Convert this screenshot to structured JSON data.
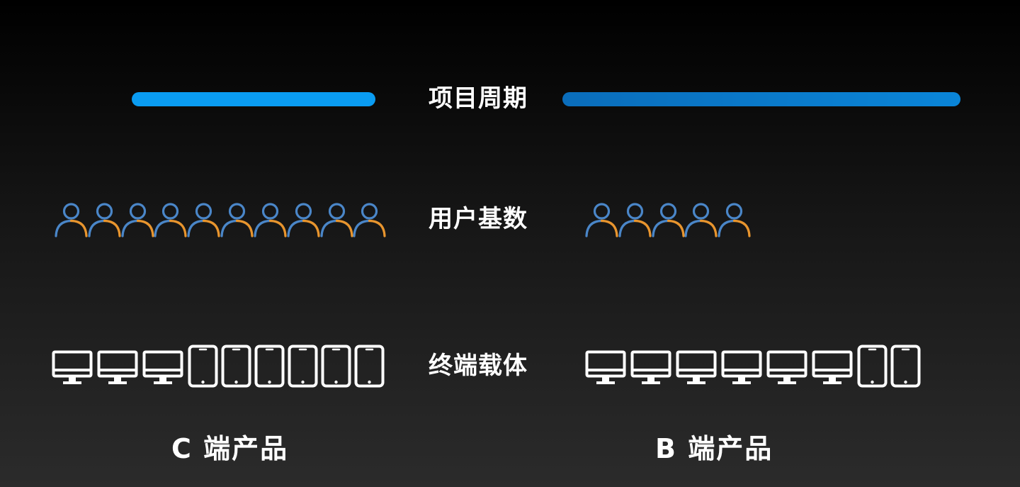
{
  "rows": {
    "project_cycle": "项目周期",
    "user_base": "用户基数",
    "terminal_carrier": "终端载体"
  },
  "columns": {
    "c": {
      "caption": "C 端产品",
      "user_icon_count": 10,
      "devices": {
        "monitors": 3,
        "phones": 6
      }
    },
    "b": {
      "caption": "B 端产品",
      "user_icon_count": 5,
      "devices": {
        "monitors": 6,
        "phones": 2
      }
    }
  },
  "colors": {
    "bar_c": "#0a9cf2",
    "bar_b": "#0a7bcb",
    "person_head": "#4a86c8",
    "person_left": "#4a86c8",
    "person_right": "#e8952e",
    "device_stroke": "#ffffff"
  },
  "icons": {
    "user": "person-icon",
    "desktop": "monitor-icon",
    "mobile": "phone-icon"
  }
}
